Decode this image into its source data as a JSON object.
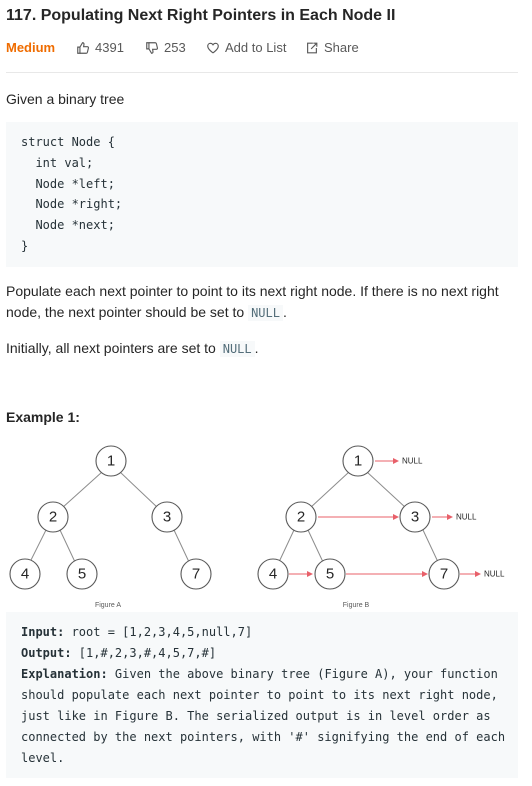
{
  "problem": {
    "title": "117. Populating Next Right Pointers in Each Node II",
    "difficulty": "Medium",
    "likes": "4391",
    "dislikes": "253",
    "add_to_list": "Add to List",
    "share": "Share"
  },
  "description": {
    "intro": "Given a binary tree",
    "code_lines": [
      "struct Node {",
      "  int val;",
      "  Node *left;",
      "  Node *right;",
      "  Node *next;",
      "}"
    ],
    "p1_before": "Populate each next pointer to point to its next right node. If there is no next right node, the next pointer should be set to ",
    "p1_code": "NULL",
    "p1_after": ".",
    "p2_before": "Initially, all next pointers are set to ",
    "p2_code": "NULL",
    "p2_after": "."
  },
  "example": {
    "title": "Example 1:",
    "figure_a": {
      "caption": "Figure A",
      "nodes": [
        "1",
        "2",
        "3",
        "4",
        "5",
        "7"
      ]
    },
    "figure_b": {
      "caption": "Figure B",
      "nodes": [
        "1",
        "2",
        "3",
        "4",
        "5",
        "7"
      ],
      "null_labels": [
        "NULL",
        "NULL",
        "NULL"
      ]
    },
    "input_label": "Input:",
    "input_value": " root = [1,2,3,4,5,null,7]",
    "output_label": "Output:",
    "output_value": " [1,#,2,3,#,4,5,7,#]",
    "explanation_label": "Explanation:",
    "explanation_lines": [
      " Given the above binary tree (Figure A), your function",
      "should populate each next pointer to point to its next right node,",
      "just like in Figure B. The serialized output is in level order as",
      "connected by the next pointers, with '#' signifying the end of each",
      "level."
    ]
  },
  "colors": {
    "difficulty": "#ef6c00",
    "arrow": "#e8606a",
    "code_bg": "#f7f9fa"
  }
}
